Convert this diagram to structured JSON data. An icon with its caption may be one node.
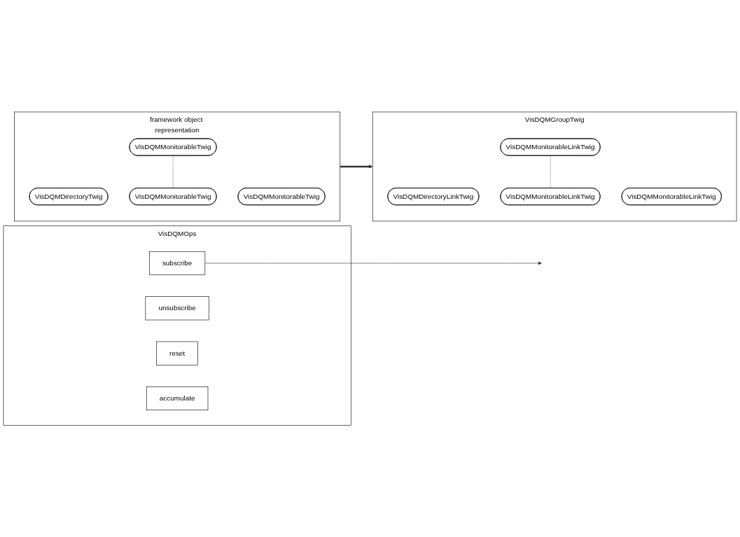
{
  "diagram": {
    "nodes": [
      {
        "text": [
          "framework object representation"
        ]
      },
      {
        "text": [
          "VisDQMDirectoryTwig"
        ],
        "in": 0
      },
      {
        "text": [
          "VisDQMMonitorableTwig"
        ],
        "in": 0
      },
      {
        "text": [
          "VisDQMMonitorableTwig"
        ],
        "in": 0
      },
      {
        "text": [
          "VisDQMMonitorableTwig"
        ],
        "in": 0
      },
      {
        "text": [
          "VisDQMGroupTwig"
        ]
      },
      {
        "text": [
          "VisDQMDirectoryLinkTwig"
        ],
        "in": 5
      },
      {
        "text": [
          "VisDQMMonitorableLinkTwig"
        ],
        "in": 5
      },
      {
        "text": [
          "VisDQMMonitorableLinkTwig"
        ],
        "in": 5
      },
      {
        "text": [
          "VisDQMMonitorableLinkTwig"
        ],
        "in": 5
      },
      {
        "text": [
          "VisDQMOps"
        ]
      },
      {
        "text": [
          "subscribe"
        ],
        "in": 10
      },
      {
        "text": [
          "unsubscribe"
        ],
        "in": 10
      },
      {
        "text": [
          "reset"
        ],
        "in": 10
      },
      {
        "text": [
          "accumulate"
        ],
        "in": 10
      }
    ],
    "edges": [
      {
        "from": 0,
        "to": 5,
        "arrow": "to",
        "style": "thick"
      },
      {
        "from": 2,
        "to": 3,
        "arrow": "none",
        "style": "dashed"
      },
      {
        "from": 7,
        "to": 8,
        "arrow": "none",
        "style": "dashed"
      },
      {
        "from": 11,
        "to": null,
        "arrow": "to"
      }
    ]
  }
}
